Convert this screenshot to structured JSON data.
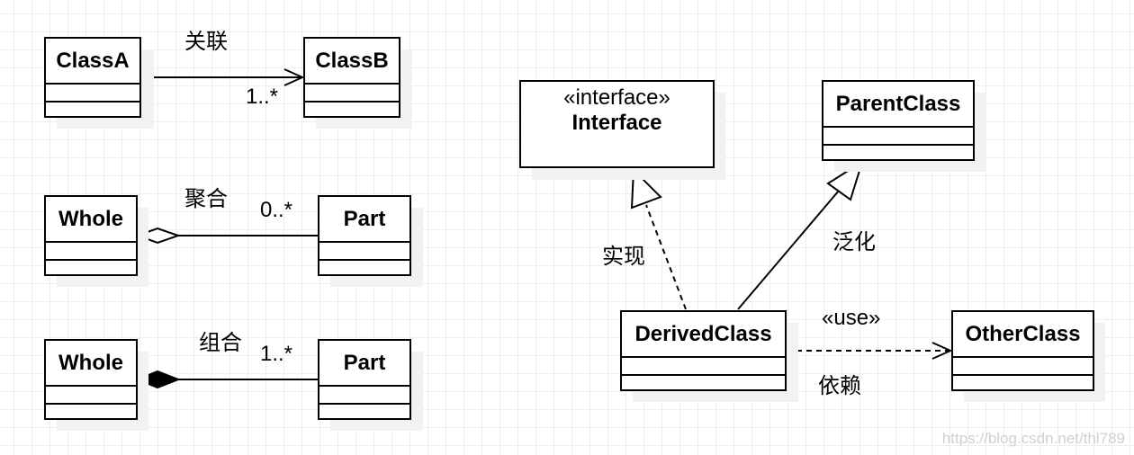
{
  "classes": {
    "class_a": "ClassA",
    "class_b": "ClassB",
    "whole_1": "Whole",
    "part_1": "Part",
    "whole_2": "Whole",
    "part_2": "Part",
    "interface_stereotype": "«interface»",
    "interface_name": "Interface",
    "parent_class": "ParentClass",
    "derived_class": "DerivedClass",
    "other_class": "OtherClass"
  },
  "relations": {
    "association": {
      "label": "关联",
      "multiplicity": "1..*"
    },
    "aggregation": {
      "label": "聚合",
      "multiplicity": "0..*"
    },
    "composition": {
      "label": "组合",
      "multiplicity": "1..*"
    },
    "realization": {
      "label": "实现"
    },
    "generalization": {
      "label": "泛化"
    },
    "dependency": {
      "label": "依赖",
      "stereotype": "«use»"
    }
  },
  "watermark": "https://blog.csdn.net/thl789",
  "colors": {
    "line": "#000000",
    "grid": "#eeeeee",
    "shadow": "#f2f2f2",
    "watermark": "#d0d0d0"
  }
}
